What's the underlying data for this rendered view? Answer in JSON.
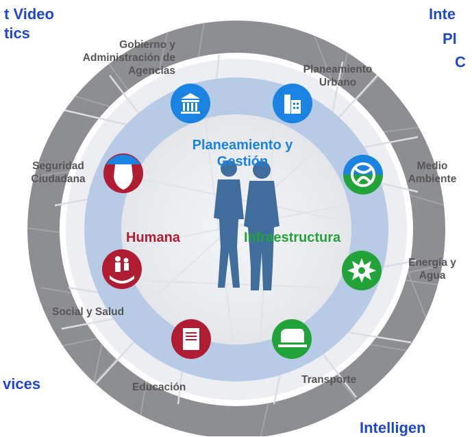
{
  "edge_texts": {
    "top_left": [
      "t Video",
      "tics"
    ],
    "top_right": [
      "Inte",
      "Pl",
      "C"
    ],
    "bottom_left": "vices",
    "bottom_right": "Intelligen"
  },
  "center": {
    "planning": [
      "Planeamiento y",
      "Gestión"
    ],
    "human": "Humana",
    "infrastructure": "Infraestructura"
  },
  "sectors": {
    "gobierno": [
      "Gobierno y",
      "Administración de",
      "Agencias"
    ],
    "planeamiento_urbano": [
      "Planeamiento",
      "Urbano"
    ],
    "medio_ambiente": [
      "Medio",
      "Ambiente"
    ],
    "energia": [
      "Energía y",
      "Agua"
    ],
    "transporte": "Transporte",
    "educacion": "Educación",
    "social": "Social y Salud",
    "seguridad": [
      "Seguridad",
      "Ciudadana"
    ]
  },
  "icons": {
    "gobierno": "government-building-icon",
    "planeamiento_urbano": "city-buildings-icon",
    "medio_ambiente": "environment-swirl-icon",
    "energia": "energy-water-icon",
    "transporte": "train-icon",
    "educacion": "book-icon",
    "social": "family-care-icon",
    "seguridad": "police-shield-icon"
  },
  "colors": {
    "edge_text": "#1f47c8",
    "planning": "#1a82e0",
    "human": "#b01c32",
    "infrastructure": "#22a33a",
    "sector_label": "#555555",
    "people": "#3f6e9c",
    "outer_ring": "#8d8e91",
    "inner_band": "#b7cbe6"
  }
}
